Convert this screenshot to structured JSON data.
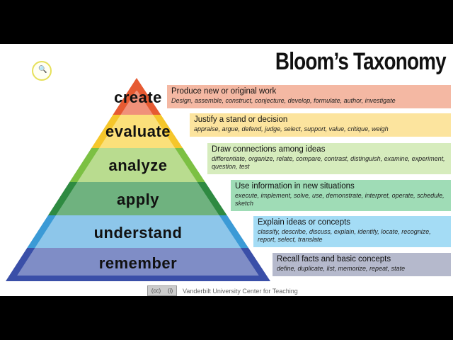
{
  "title": "Bloom’s Taxonomy",
  "cursor_icon": "magnifier-zoom-out-icon",
  "levels": [
    {
      "label": "create",
      "heading": "Produce new or original work",
      "verbs": "Design, assemble, construct, conjecture, develop, formulate, author, investigate",
      "color": "#f0917a",
      "edge": "#e65a32",
      "box": "#f4b8a3"
    },
    {
      "label": "evaluate",
      "heading": "Justify a stand or decision",
      "verbs": "appraise, argue, defend, judge, select, support, value, critique, weigh",
      "color": "#fbe07a",
      "edge": "#f5c62b",
      "box": "#fce49e"
    },
    {
      "label": "analyze",
      "heading": "Draw connections among ideas",
      "verbs": "differentiate, organize, relate, compare, contrast, distinguish, examine, experiment, question, test",
      "color": "#b9dc8f",
      "edge": "#7cc043",
      "box": "#d6ecbd"
    },
    {
      "label": "apply",
      "heading": "Use information in new situations",
      "verbs": "execute, implement, solve, use, demonstrate, interpret, operate, schedule, sketch",
      "color": "#6fb27f",
      "edge": "#2e8a41",
      "box": "#9fdcb6"
    },
    {
      "label": "understand",
      "heading": "Explain ideas or concepts",
      "verbs": "classify, describe, discuss, explain, identify, locate, recognize, report, select, translate",
      "color": "#8dc6ea",
      "edge": "#3b9ad6",
      "box": "#a4dcf5"
    },
    {
      "label": "remember",
      "heading": "Recall facts and basic concepts",
      "verbs": "define, duplicate, list, memorize, repeat, state",
      "color": "#7f8dc6",
      "edge": "#3a4fa8",
      "box": "#b5b9cc"
    }
  ],
  "credit": {
    "text": "Vanderbilt University Center for Teaching",
    "badge": "cc by"
  }
}
